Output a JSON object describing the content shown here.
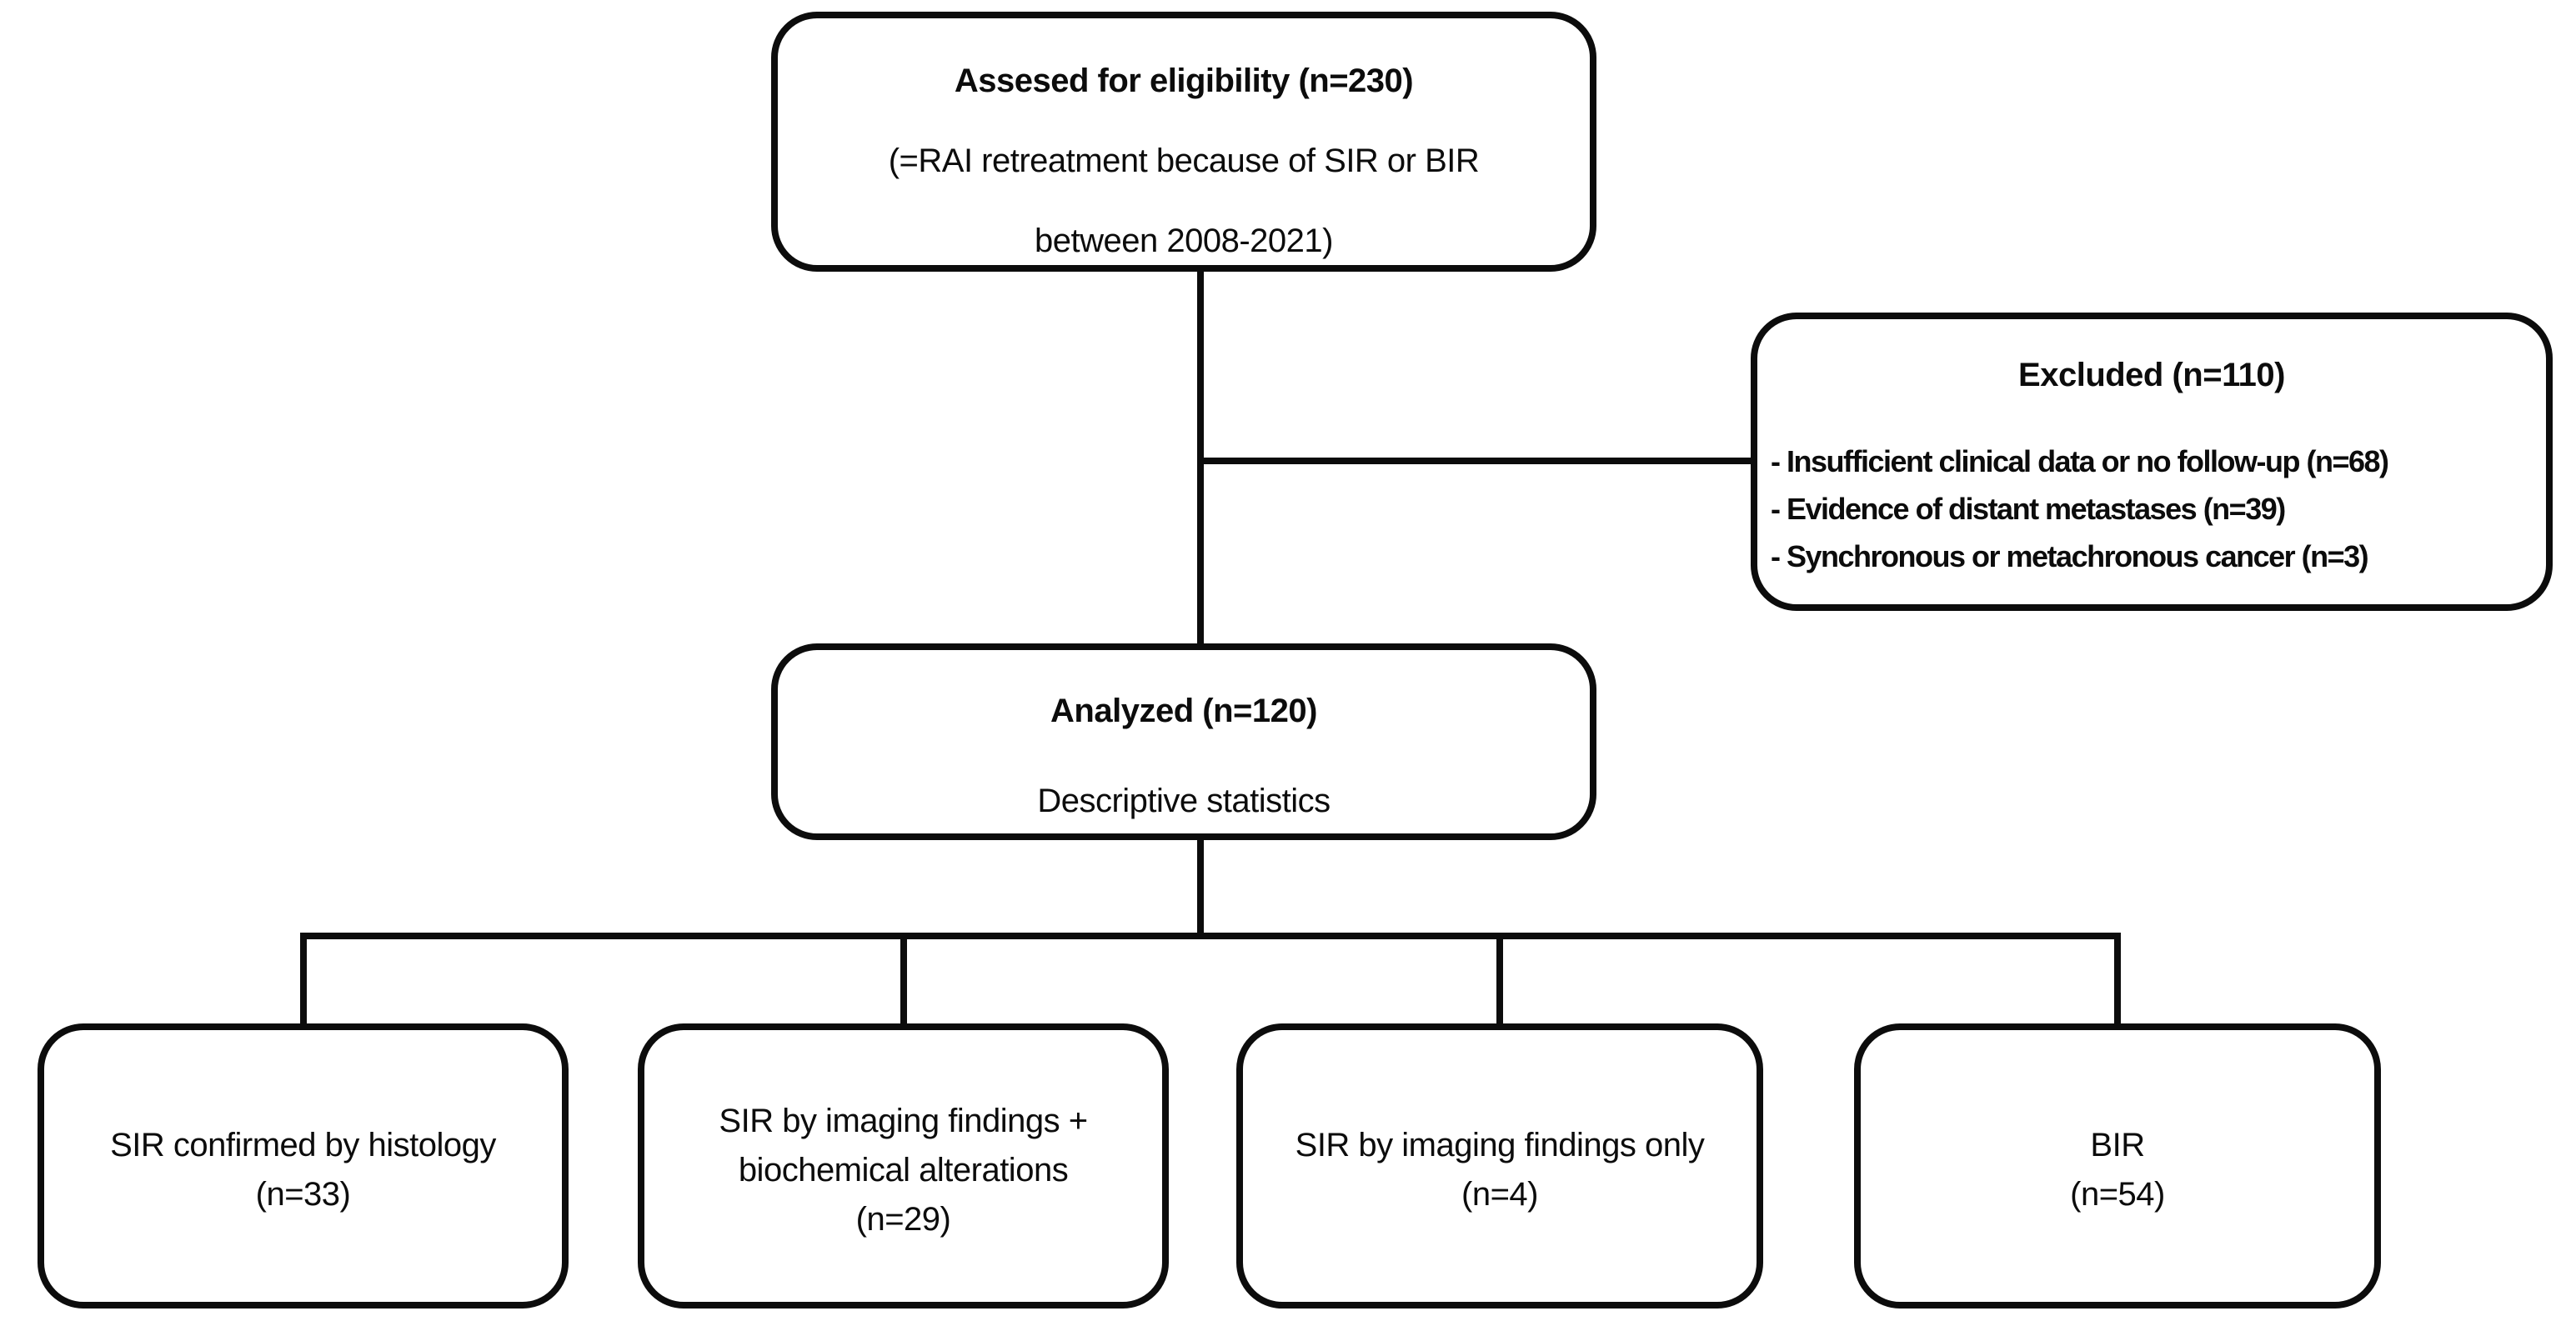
{
  "figure": {
    "background_color": "#ffffff",
    "line_color": "#0c0c0c",
    "text_color": "#0c0c0c",
    "nodes": {
      "eligibility": {
        "title": "Assesed for eligibility (n=230)",
        "body_line1": "(=RAI retreatment because of SIR or BIR",
        "body_line2": "between 2008-2021)"
      },
      "excluded": {
        "title": "Excluded (n=110)",
        "items": [
          "- Insufficient clinical data or no follow-up (n=68)",
          "- Evidence of distant metastases (n=39)",
          "- Synchronous or metachronous cancer (n=3)"
        ]
      },
      "analyzed": {
        "title": "Analyzed (n=120)",
        "body": "Descriptive statistics"
      },
      "outcomes": [
        {
          "lines": [
            "SIR confirmed by histology",
            "(n=33)"
          ]
        },
        {
          "lines": [
            "SIR by imaging findings +",
            "biochemical alterations",
            "(n=29)"
          ]
        },
        {
          "lines": [
            "SIR by imaging findings only",
            "(n=4)"
          ]
        },
        {
          "lines": [
            "BIR",
            "(n=54)"
          ]
        }
      ]
    }
  }
}
